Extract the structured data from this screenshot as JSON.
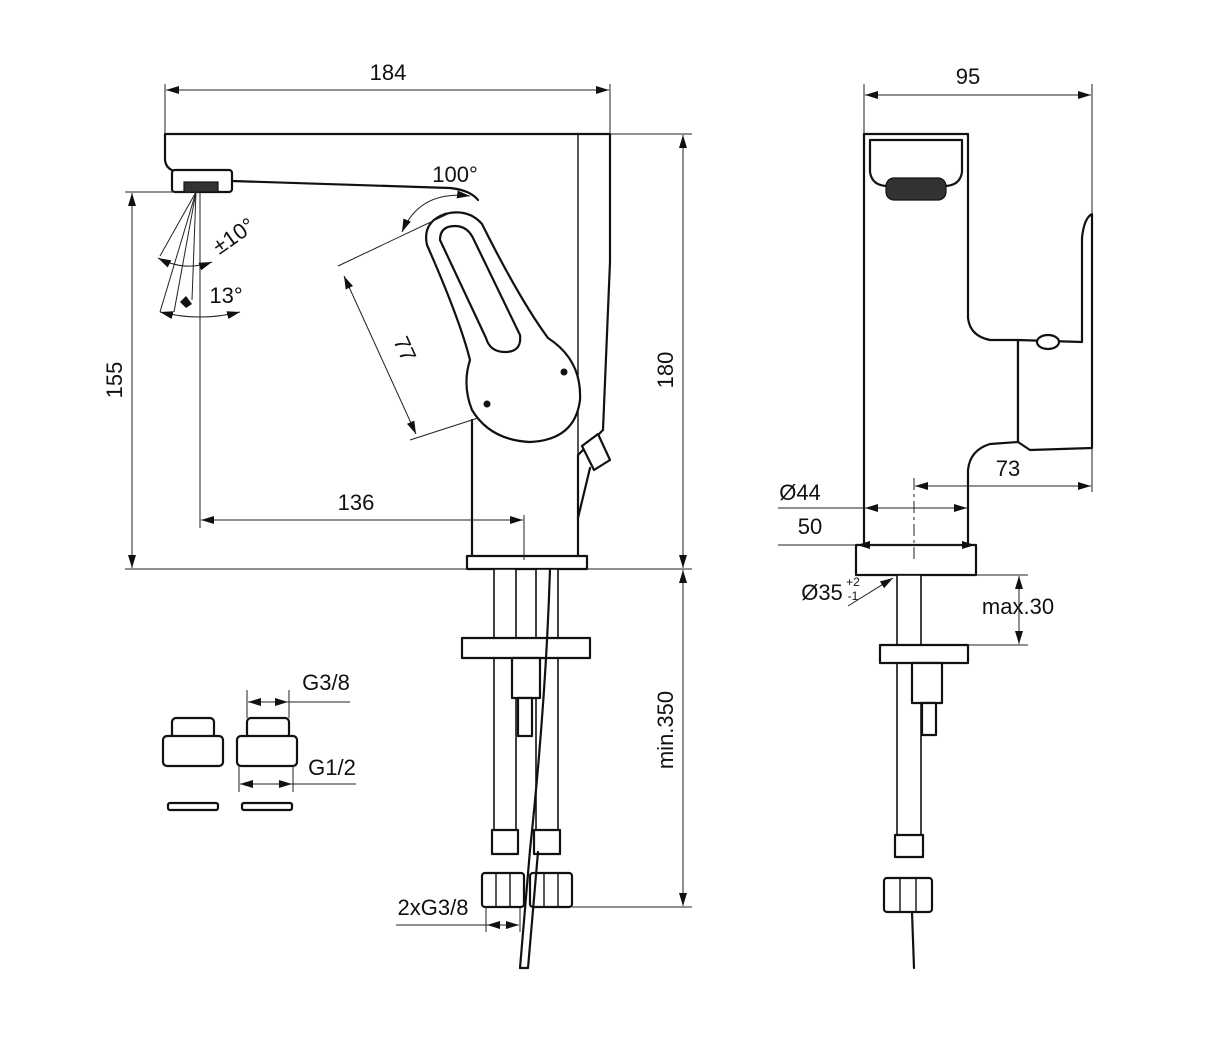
{
  "colors": {
    "line": "#111111",
    "background": "#ffffff"
  },
  "front_view": {
    "overall_width": "184",
    "overall_height": "180",
    "spout_height": "155",
    "spout_reach": "136",
    "lever_length": "77",
    "lever_angle": "100°",
    "spray_angle": "±10°",
    "spout_tilt": "13°",
    "hose_length": "min.350",
    "hose_thread": "2xG3/8"
  },
  "side_view": {
    "overall_depth": "95",
    "base_depth": "73",
    "body_diameter": "Ø44",
    "base_width": "50",
    "mount_hole": "Ø35",
    "mount_hole_tol_upper": "+2",
    "mount_hole_tol_lower": "-1",
    "max_deck_thickness": "max.30"
  },
  "adapters": {
    "thread_small": "G3/8",
    "thread_large": "G1/2"
  }
}
